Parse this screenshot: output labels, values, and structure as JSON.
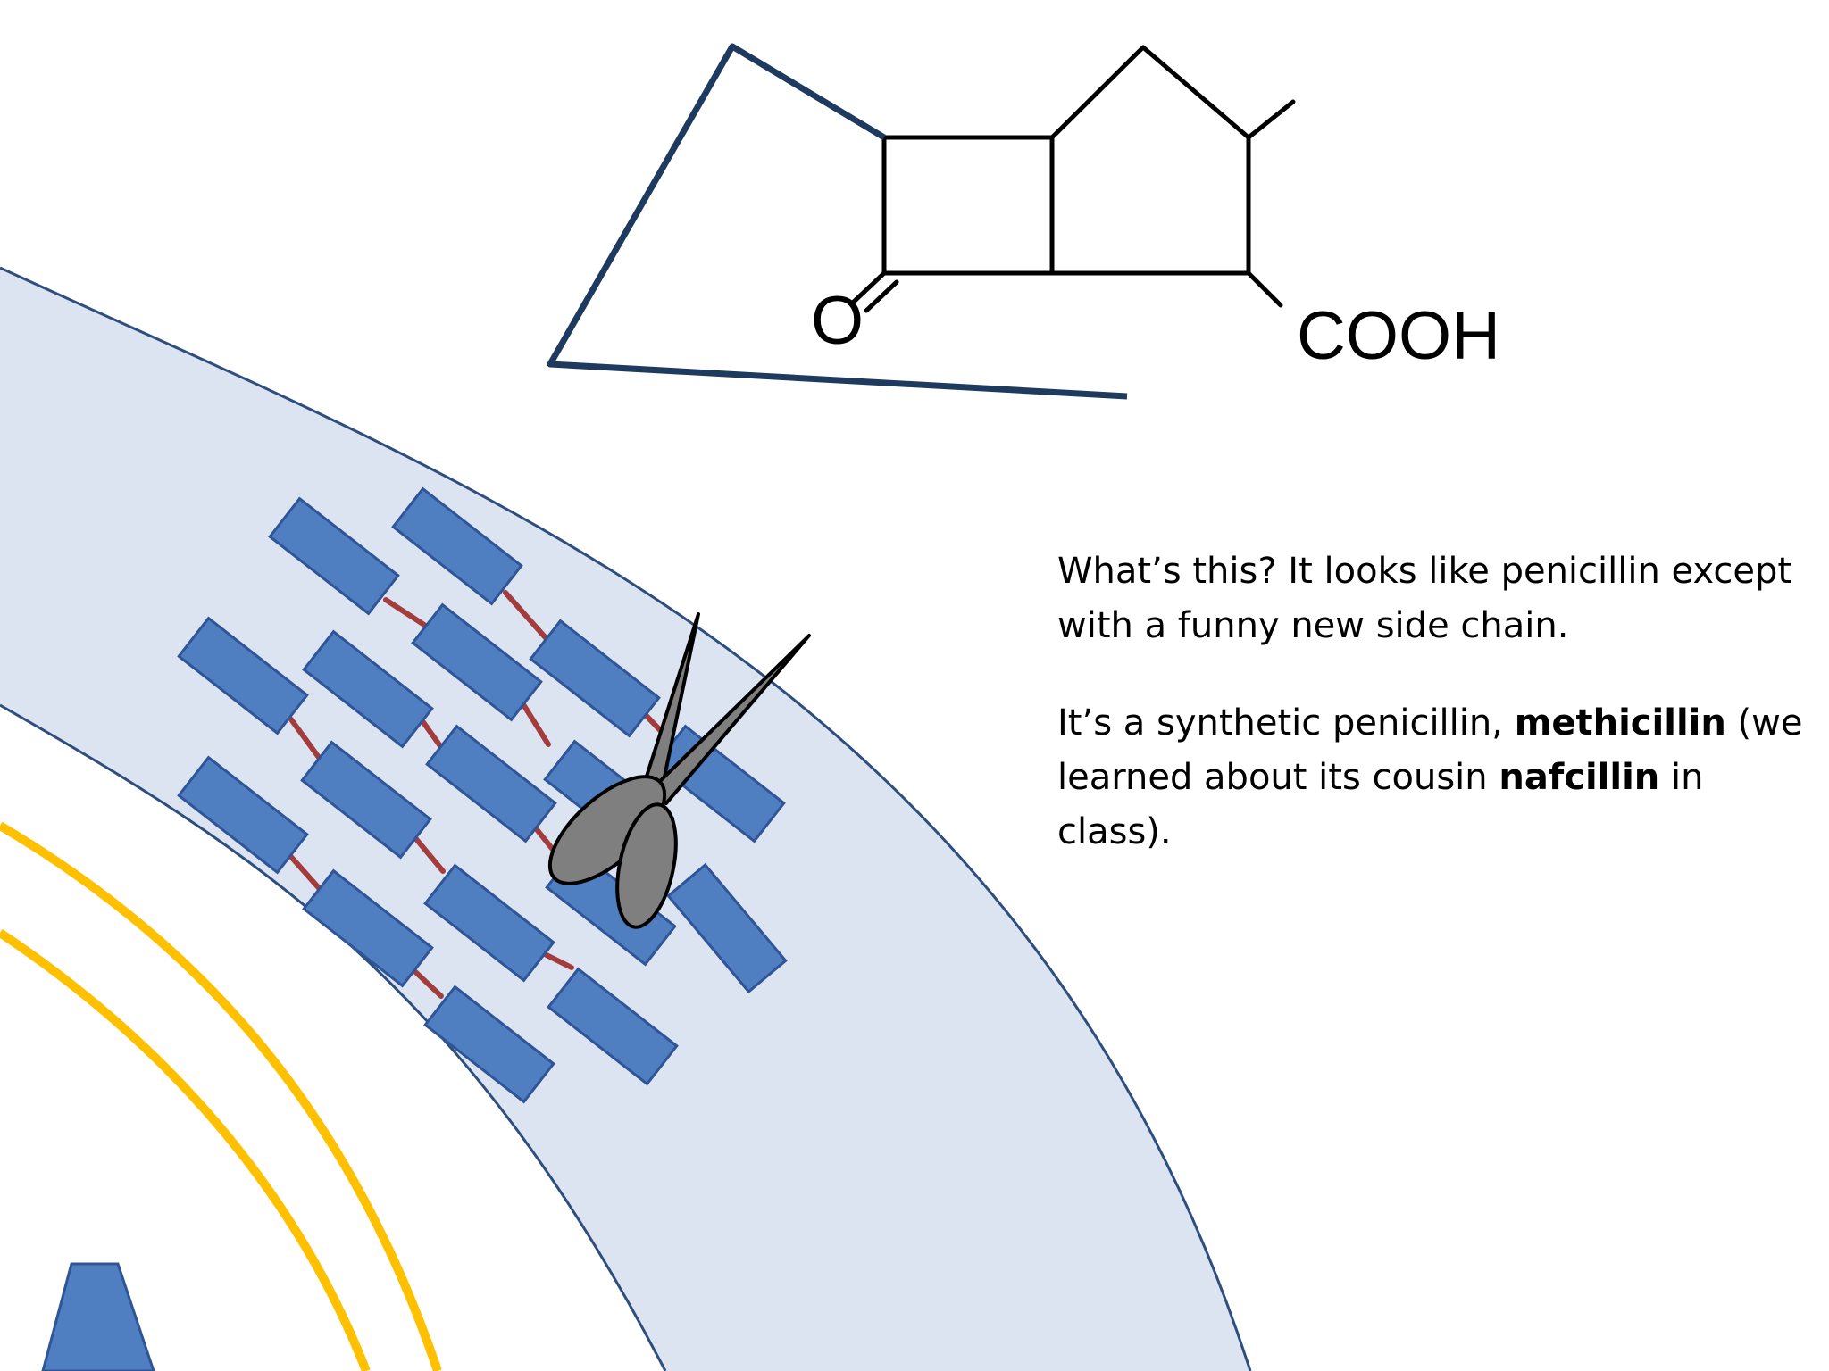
{
  "molecule": {
    "oxygen_label": "O",
    "carboxyl_label": "COOH"
  },
  "explanation": {
    "paragraph1": "What’s this? It looks like penicillin except with a funny new side chain.",
    "p2_start": "It’s a synthetic penicillin, ",
    "p2_bold1": "methicillin",
    "p2_mid": " (we learned about its cousin ",
    "p2_bold2": "nafcillin",
    "p2_end": " in class)."
  },
  "colors": {
    "cell_wall_fill": "#dce4f2",
    "cell_wall_edge": "#2e4e7e",
    "peptidoglycan_block": "#4f7fc1",
    "crosslink": "#a33c3c",
    "membrane": "#ffc000",
    "scissors": "#7f7f7f",
    "side_chain": "#1f3a5f"
  },
  "icons": {
    "scissors": "scissors-icon",
    "protein": "membrane-protein-icon"
  }
}
